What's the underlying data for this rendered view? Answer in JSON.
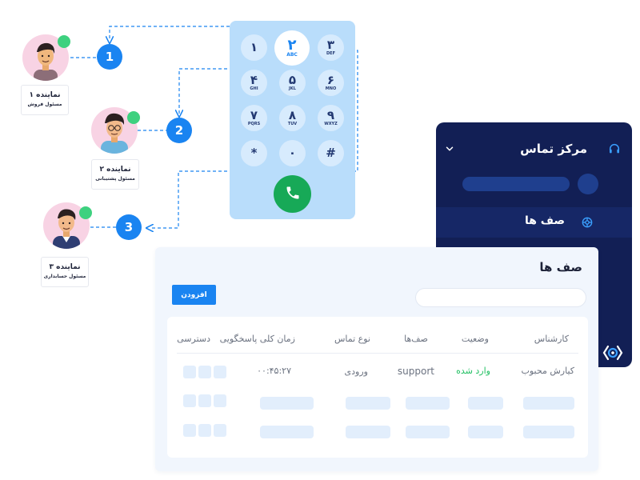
{
  "agents": [
    {
      "name": "نماینده ۱",
      "role": "مسئول فروش",
      "step": "1"
    },
    {
      "name": "نماینده ۲",
      "role": "مسئول پشتیبانی",
      "step": "2"
    },
    {
      "name": "نماینده ۳",
      "role": "مسئول حسابداری",
      "step": "3"
    }
  ],
  "dialpad": {
    "keys": [
      {
        "digit": "۱",
        "letters": ""
      },
      {
        "digit": "۲",
        "letters": "ABC"
      },
      {
        "digit": "۳",
        "letters": "DEF"
      },
      {
        "digit": "۴",
        "letters": "GHI"
      },
      {
        "digit": "۵",
        "letters": "JKL"
      },
      {
        "digit": "۶",
        "letters": "MNO"
      },
      {
        "digit": "۷",
        "letters": "PQRS"
      },
      {
        "digit": "۸",
        "letters": "TUV"
      },
      {
        "digit": "۹",
        "letters": "WXYZ"
      },
      {
        "digit": "*",
        "letters": ""
      },
      {
        "digit": "۰",
        "letters": ""
      },
      {
        "digit": "#",
        "letters": ""
      }
    ],
    "call_icon": "phone-icon"
  },
  "contact_center": {
    "title": "مرکز تماس",
    "menu_item": "صف ها",
    "icons": [
      "headset-icon",
      "chevron-down-icon",
      "queue-icon",
      "logo-icon"
    ]
  },
  "queues": {
    "title": "صف ها",
    "add_button": "افزودن",
    "columns": [
      "کارشناس",
      "وضعیت",
      "صف‌ها",
      "نوع تماس",
      "زمان کلی پاسخگویی",
      "دسترسی"
    ],
    "row": {
      "agent": "کیارش محبوب",
      "status": "وارد شده",
      "queue": "support",
      "call_type": "ورودی",
      "total_time": "۰۰:۴۵:۲۷"
    }
  },
  "colors": {
    "accent": "#1a84f1",
    "dialpad_bg": "#b9ddfb",
    "call_green": "#17a957",
    "panel_navy": "#121f55",
    "status_green": "#22c063",
    "online_green": "#3ed17f"
  }
}
